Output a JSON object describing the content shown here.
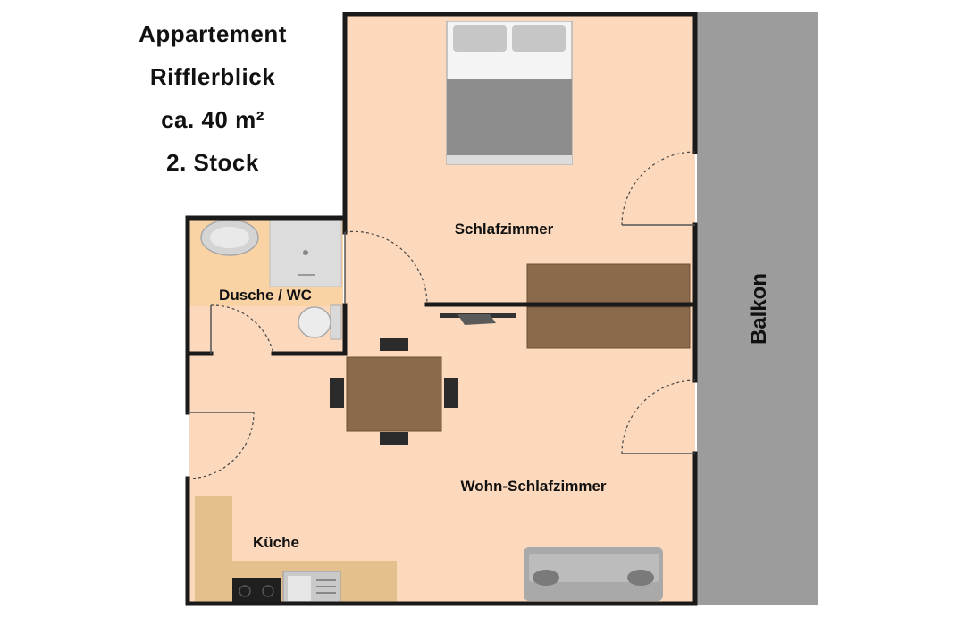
{
  "title_lines": [
    "Appartement",
    "Rifflerblick",
    "ca. 40 m²",
    "2. Stock"
  ],
  "rooms": {
    "bedroom": "Schlafzimmer",
    "bathroom": "Dusche / WC",
    "living": "Wohn-Schlafzimmer",
    "kitchen": "Küche",
    "balcony": "Balkon"
  },
  "colors": {
    "floor": "#fcd9bc",
    "wall": "#1a1a1a",
    "balcony": "#9c9c9c",
    "wood": "#8a6a4a",
    "fabric": "#8d8d8d"
  }
}
